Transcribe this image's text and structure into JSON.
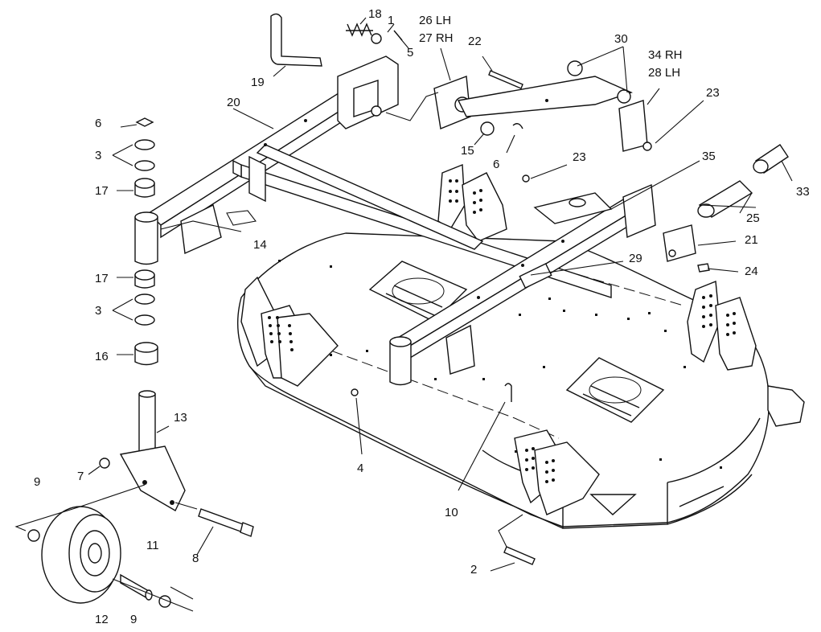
{
  "callouts": [
    {
      "id": "c1",
      "text": "1"
    },
    {
      "id": "c2",
      "text": "2"
    },
    {
      "id": "c3a",
      "text": "3"
    },
    {
      "id": "c3b",
      "text": "3"
    },
    {
      "id": "c4",
      "text": "4"
    },
    {
      "id": "c5",
      "text": "5"
    },
    {
      "id": "c6a",
      "text": "6"
    },
    {
      "id": "c6b",
      "text": "6"
    },
    {
      "id": "c7",
      "text": "7"
    },
    {
      "id": "c8",
      "text": "8"
    },
    {
      "id": "c9a",
      "text": "9"
    },
    {
      "id": "c9b",
      "text": "9"
    },
    {
      "id": "c10",
      "text": "10"
    },
    {
      "id": "c11",
      "text": "11"
    },
    {
      "id": "c12",
      "text": "12"
    },
    {
      "id": "c13",
      "text": "13"
    },
    {
      "id": "c14",
      "text": "14"
    },
    {
      "id": "c15",
      "text": "15"
    },
    {
      "id": "c16",
      "text": "16"
    },
    {
      "id": "c17a",
      "text": "17"
    },
    {
      "id": "c17b",
      "text": "17"
    },
    {
      "id": "c18",
      "text": "18"
    },
    {
      "id": "c19",
      "text": "19"
    },
    {
      "id": "c20",
      "text": "20"
    },
    {
      "id": "c21",
      "text": "21"
    },
    {
      "id": "c22",
      "text": "22"
    },
    {
      "id": "c23a",
      "text": "23"
    },
    {
      "id": "c23b",
      "text": "23"
    },
    {
      "id": "c24",
      "text": "24"
    },
    {
      "id": "c25",
      "text": "25"
    },
    {
      "id": "c26",
      "text": "26 LH"
    },
    {
      "id": "c27",
      "text": "27 RH"
    },
    {
      "id": "c29",
      "text": "29"
    },
    {
      "id": "c30",
      "text": "30"
    },
    {
      "id": "c33",
      "text": "33"
    },
    {
      "id": "c34",
      "text": "34 RH"
    },
    {
      "id": "c28",
      "text": "28 LH"
    },
    {
      "id": "c35",
      "text": "35"
    }
  ]
}
